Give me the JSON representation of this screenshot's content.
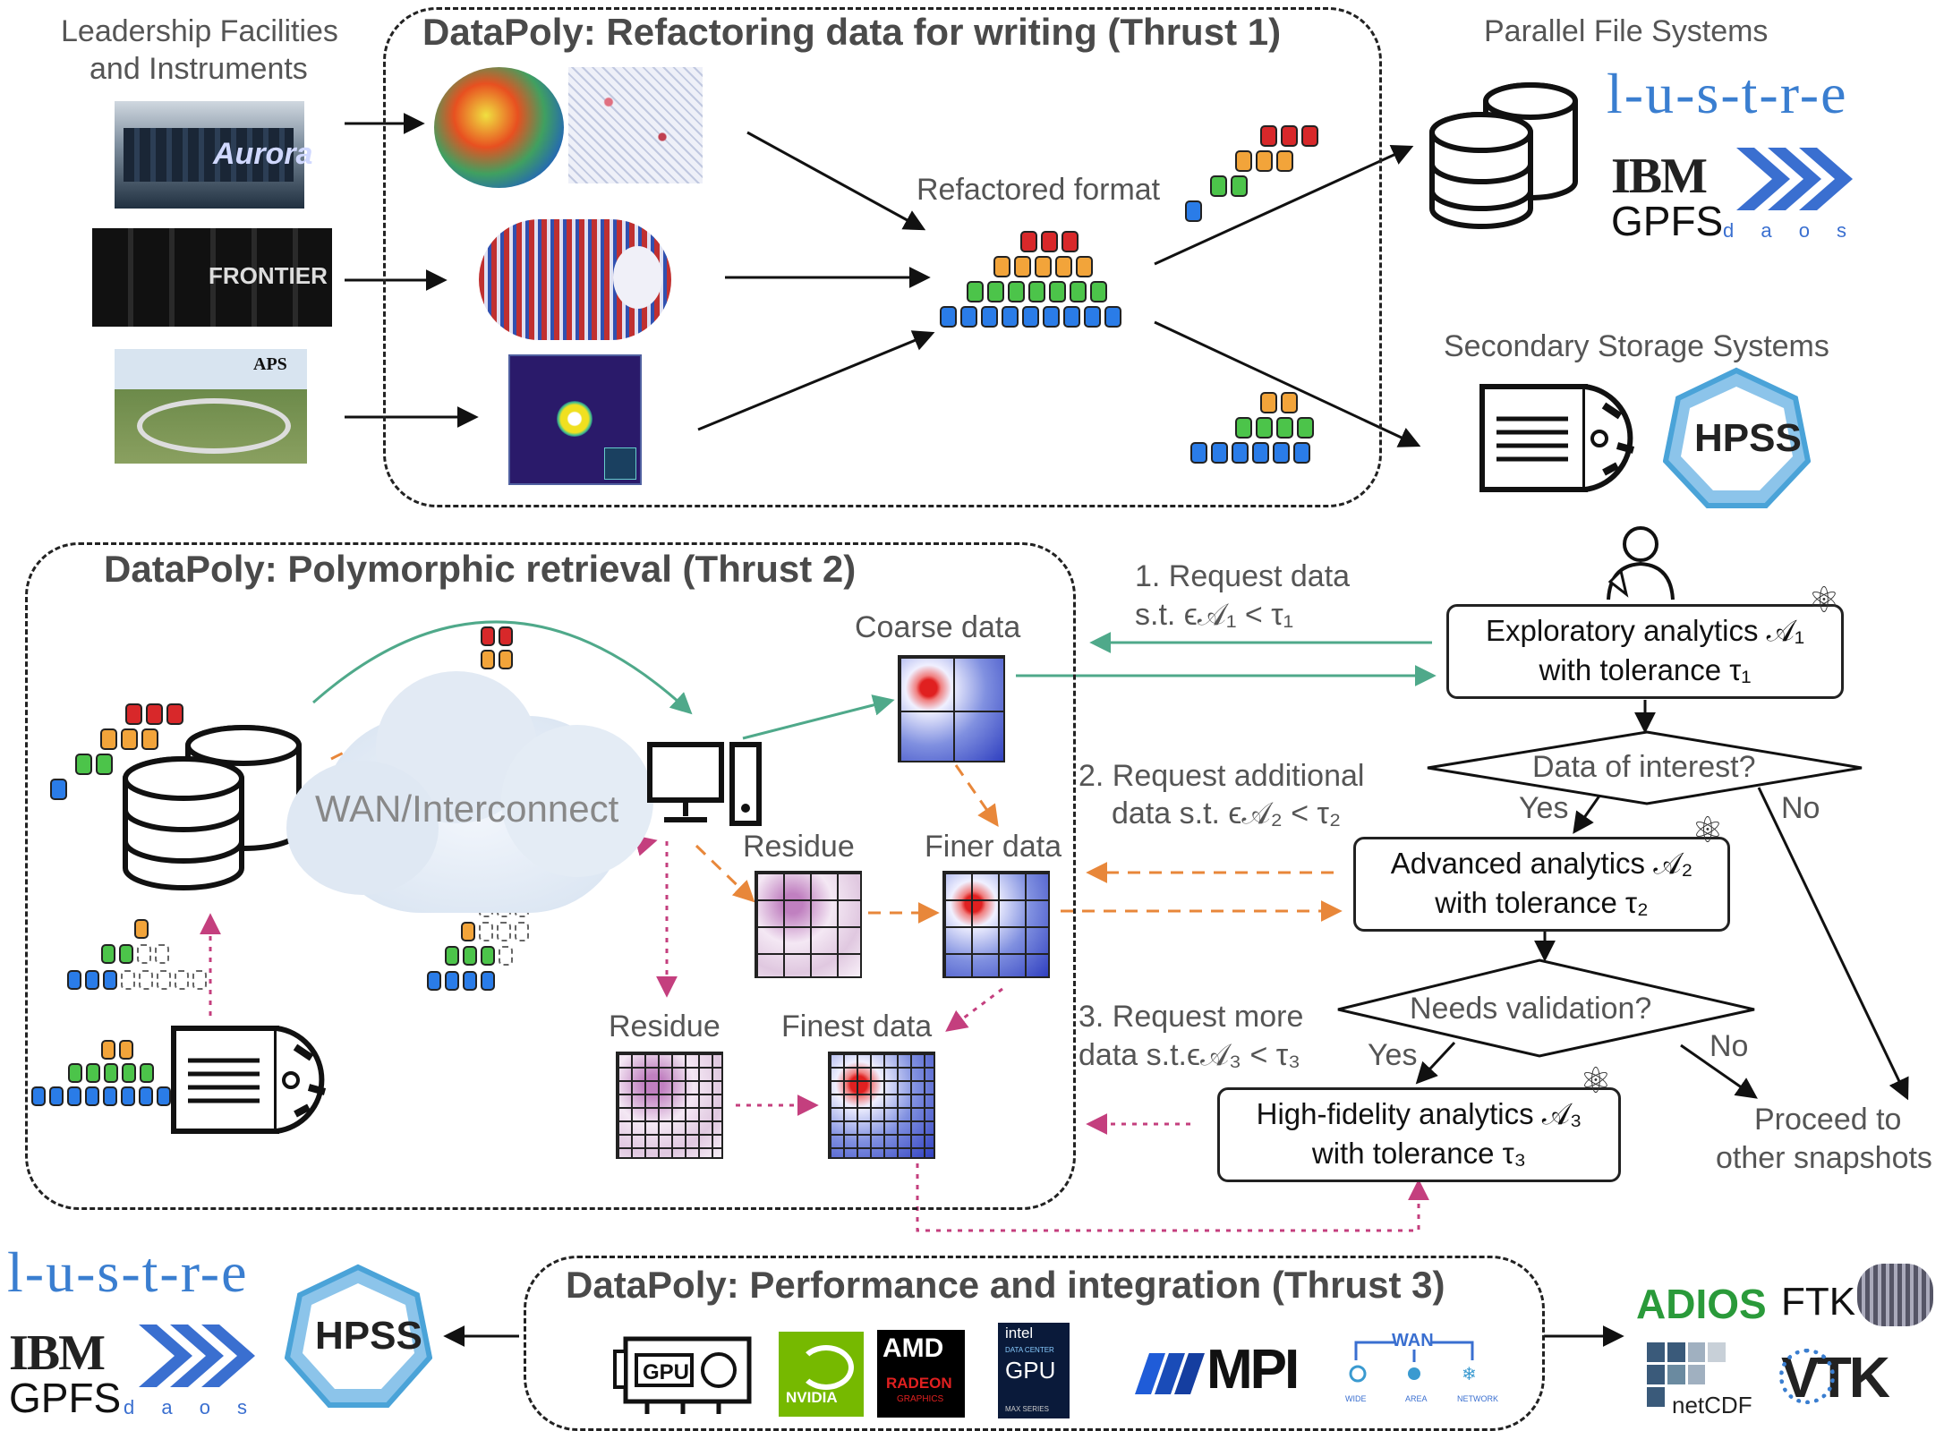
{
  "thrust1": {
    "title": "DataPoly: Refactoring data for writing (Thrust 1)"
  },
  "thrust2": {
    "title": "DataPoly: Polymorphic retrieval (Thrust 2)"
  },
  "thrust3": {
    "title": "DataPoly: Performance and integration (Thrust 3)"
  },
  "facilities": {
    "label_line1": "Leadership Facilities",
    "label_line2": "and Instruments",
    "aurora": "Aurora",
    "frontier": "FRONTIER",
    "aps": "APS"
  },
  "refactored_format": "Refactored format",
  "parallel_fs": {
    "label": "Parallel File Systems",
    "lustre": "l-u-s-t-r-e",
    "ibm": "IBM",
    "gpfs": "GPFS",
    "daos": "d a o s"
  },
  "secondary": {
    "label": "Secondary Storage Systems",
    "hpss": "HPSS"
  },
  "wan_label": "WAN/Interconnect",
  "coarse_data": "Coarse data",
  "finer_data": "Finer data",
  "finest_data": "Finest data",
  "residue1": "Residue",
  "residue2": "Residue",
  "requests": {
    "r1_line1": "1. Request data",
    "r1_line2": "s.t. ϵ𝒜₁ < τ₁",
    "r2_line1": "2. Request additional",
    "r2_line2": "data s.t. ϵ𝒜₂ < τ₂",
    "r3_line1": "3. Request more",
    "r3_line2": "data s.t.ϵ𝒜₃ < τ₃"
  },
  "analytics": {
    "a1_line1": "Exploratory analytics 𝒜₁",
    "a1_line2": "with tolerance  τ₁",
    "a2_line1": "Advanced analytics 𝒜₂",
    "a2_line2": "with tolerance  τ₂",
    "a3_line1": "High-fidelity analytics 𝒜₃",
    "a3_line2": "with tolerance  τ₃"
  },
  "decisions": {
    "d1": "Data of interest?",
    "d1_yes": "Yes",
    "d1_no": "No",
    "d2": "Needs validation?",
    "d2_yes": "Yes",
    "d2_no": "No"
  },
  "proceed": {
    "line1": "Proceed to",
    "line2": "other snapshots"
  },
  "thrust3_logos": {
    "gpu": "GPU",
    "nvidia": "NVIDIA",
    "amd": "AMD",
    "radeon": "RADEON",
    "radeon_sub": "GRAPHICS",
    "intel": "intel",
    "intel_sub": "DATA CENTER",
    "intel_gpu": "GPU",
    "intel_series": "MAX SERIES",
    "mpi": "MPI",
    "wan": "WAN",
    "wan_wide": "WIDE",
    "wan_area": "AREA",
    "wan_network": "NETWORK"
  },
  "tools": {
    "adios": "ADIOS",
    "ftk": "FTK",
    "netcdf": "netCDF",
    "vtk": "VTK"
  },
  "colors": {
    "red": "#d8282a",
    "orange": "#f2a43a",
    "green": "#4cc44a",
    "blue": "#2a7ce8",
    "teal": "#4fa98a",
    "orange_dash": "#e8873a",
    "magenta": "#c43f7e",
    "hpss": "#4aa3d8"
  }
}
